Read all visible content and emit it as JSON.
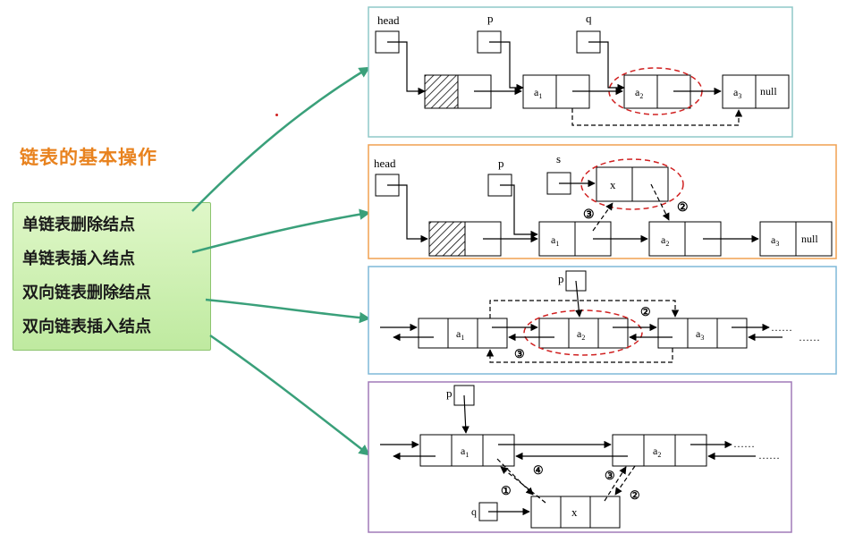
{
  "title": "链表的基本操作",
  "menu": {
    "items": [
      "单链表删除结点",
      "单链表插入结点",
      "双向链表删除结点",
      "双向链表插入结点"
    ]
  },
  "colors": {
    "title": "#e8821e",
    "arrow": "#3aa07a",
    "ellipse": "#d02020",
    "frame1": "#8fc9c8",
    "frame2": "#f0a050",
    "frame3": "#7fb8d8",
    "frame4": "#a07ab8"
  },
  "panel1": {
    "head": "head",
    "p": "p",
    "q": "q",
    "a1": "a",
    "a1_sub": "1",
    "a2": "a",
    "a2_sub": "2",
    "a3": "a",
    "a3_sub": "3",
    "null": "null"
  },
  "panel2": {
    "head": "head",
    "p": "p",
    "s": "s",
    "x": "x",
    "a1": "a",
    "a1_sub": "1",
    "a2": "a",
    "a2_sub": "2",
    "a3": "a",
    "a3_sub": "3",
    "null": "null",
    "step3": "③",
    "step2": "②"
  },
  "panel3": {
    "p": "p",
    "a1": "a",
    "a1_sub": "1",
    "a2": "a",
    "a2_sub": "2",
    "a3": "a",
    "a3_sub": "3",
    "dots1": "……",
    "dots2": "……",
    "step2": "②",
    "step3": "③"
  },
  "panel4": {
    "p": "p",
    "q": "q",
    "x": "x",
    "a1": "a",
    "a1_sub": "1",
    "a2": "a",
    "a2_sub": "2",
    "dots1": "……",
    "dots2": "……",
    "step1": "①",
    "step2": "②",
    "step3": "③",
    "step4": "④"
  }
}
